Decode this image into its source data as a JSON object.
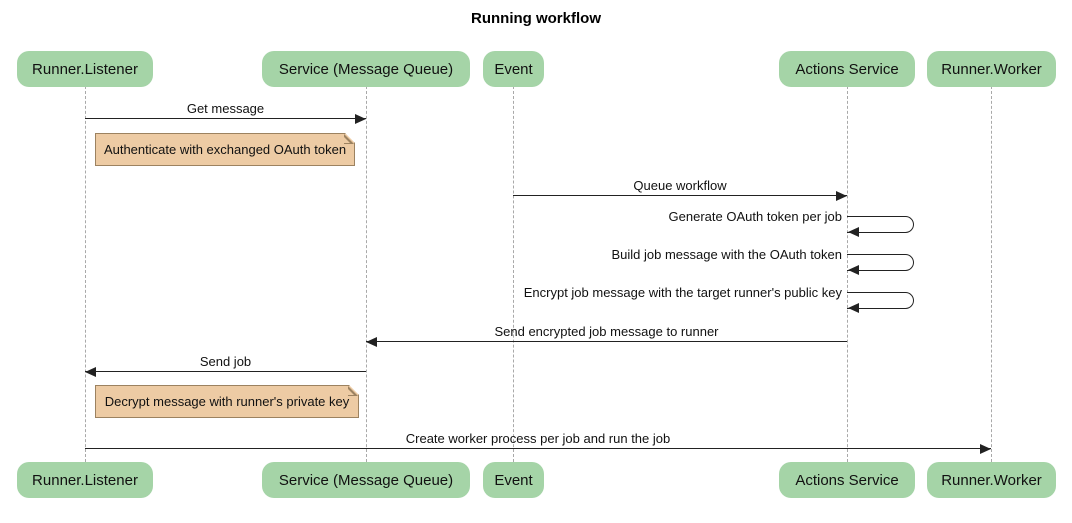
{
  "title": "Running workflow",
  "colors": {
    "actor_fill": "#a5d4a7",
    "note_fill": "#edcba4",
    "note_border": "#9c8260",
    "lifeline": "#a9a9a9",
    "arrow": "#222222",
    "background": "#ffffff"
  },
  "actors": [
    {
      "label": "Runner.Listener"
    },
    {
      "label": "Service (Message Queue)"
    },
    {
      "label": "Event"
    },
    {
      "label": "Actions Service"
    },
    {
      "label": "Runner.Worker"
    }
  ],
  "messages": [
    {
      "type": "arrow",
      "label": "Get message",
      "from": "Runner.Listener",
      "to": "Service (Message Queue)"
    },
    {
      "type": "note",
      "label": "Authenticate with exchanged OAuth token",
      "over": "Runner.Listener"
    },
    {
      "type": "arrow",
      "label": "Queue workflow",
      "from": "Event",
      "to": "Actions Service"
    },
    {
      "type": "self",
      "label": "Generate OAuth token per job",
      "on": "Actions Service"
    },
    {
      "type": "self",
      "label": "Build job message with the OAuth token",
      "on": "Actions Service"
    },
    {
      "type": "self",
      "label": "Encrypt job message with the target runner's public key",
      "on": "Actions Service"
    },
    {
      "type": "arrow",
      "label": "Send encrypted job message to runner",
      "from": "Actions Service",
      "to": "Service (Message Queue)"
    },
    {
      "type": "arrow",
      "label": "Send job",
      "from": "Service (Message Queue)",
      "to": "Runner.Listener"
    },
    {
      "type": "note",
      "label": "Decrypt message with runner's private key",
      "over": "Runner.Listener"
    },
    {
      "type": "arrow",
      "label": "Create worker process per job and run the job",
      "from": "Runner.Listener",
      "to": "Runner.Worker"
    }
  ]
}
